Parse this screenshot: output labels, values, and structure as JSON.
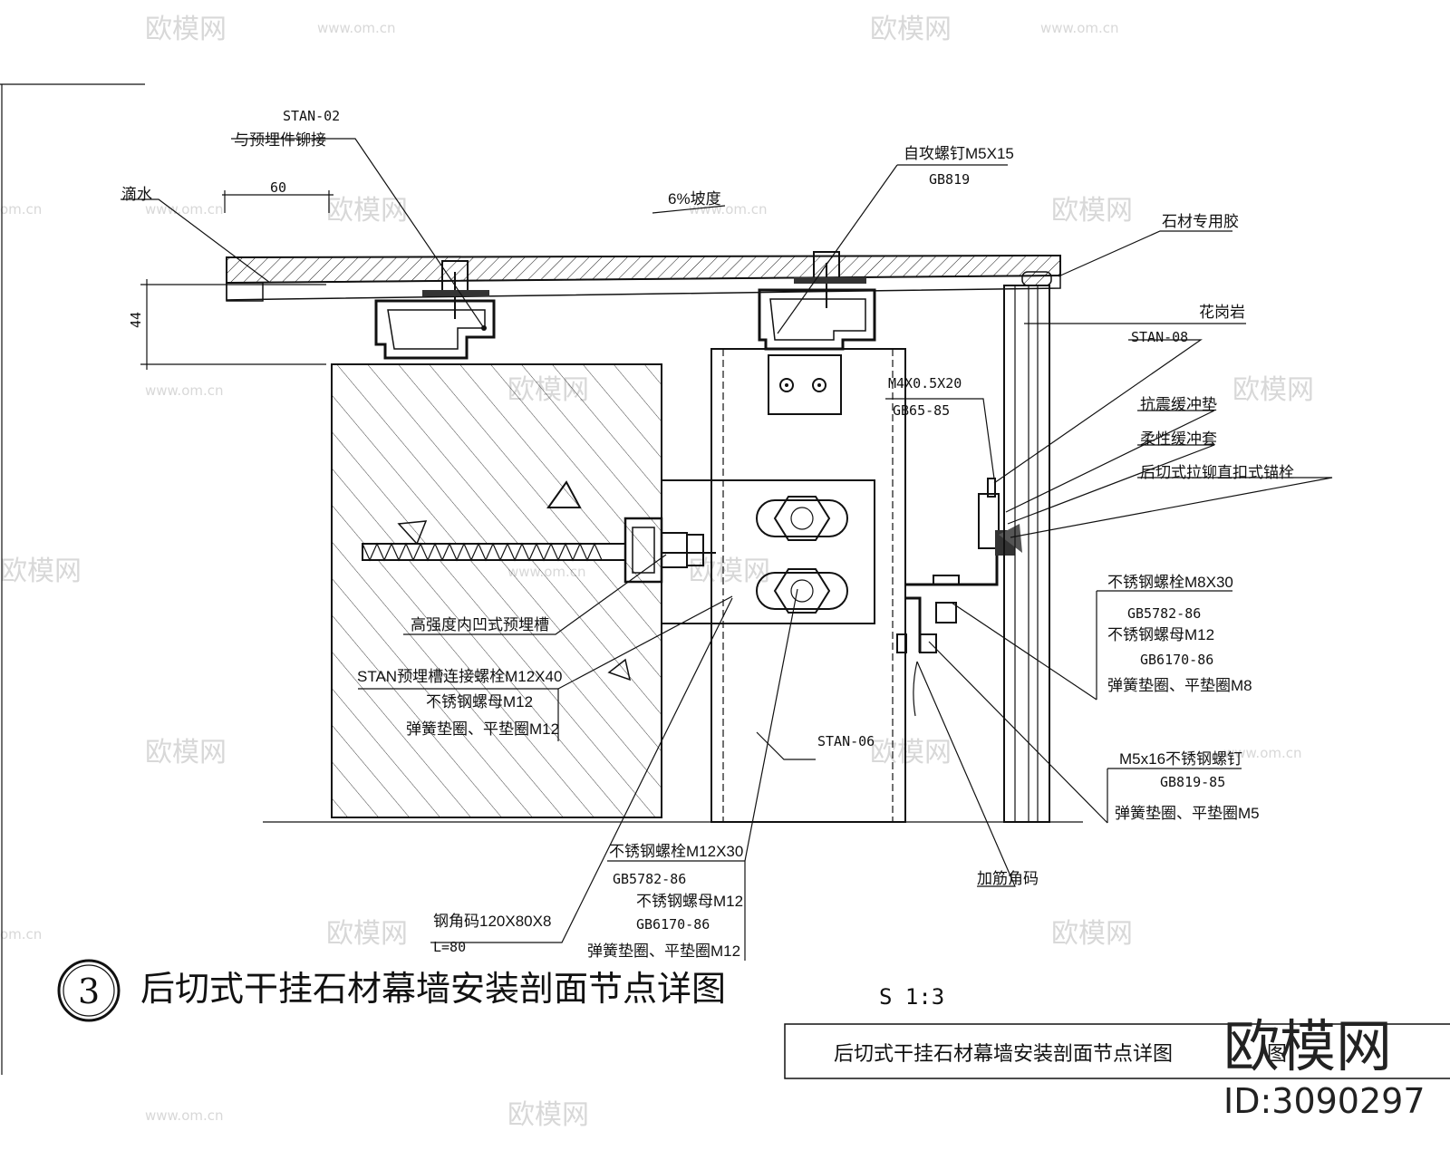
{
  "watermark": {
    "brand": "欧模网",
    "site": "www.om.cn",
    "site_short": "om.cn"
  },
  "labels": {
    "stan02": "STAN-02",
    "weld": "与预埋件铆接",
    "drip": "滴水",
    "dim60": "60",
    "dim44": "44",
    "slope": "6%坡度",
    "screw": "自攻螺钉M5X15",
    "screw_std": "GB819",
    "glue": "石材专用胶",
    "granite": "花岗岩",
    "stan08": "STAN-08",
    "m4": "M4X0.5X20",
    "m4_std": "GB65-85",
    "anti_quake": "抗震缓冲垫",
    "flex_sleeve": "柔性缓冲套",
    "anchor": "后切式拉铆直扣式锚栓",
    "bolt_m8": "不锈钢螺栓M8X30",
    "bolt_m8_std": "GB5782-86",
    "nut_m12_r": "不锈钢螺母M12",
    "nut_m12_r_std": "GB6170-86",
    "washer_m8": "弹簧垫圈、平垫圈M8",
    "embed_channel": "高强度内凹式预埋槽",
    "stan_bolt": "STAN预埋槽连接螺栓M12X40",
    "nut_m12_l": "不锈钢螺母M12",
    "washer_m12_l": "弹簧垫圈、平垫圈M12",
    "stan06": "STAN-06",
    "m5x16": "M5x16不锈钢螺钉",
    "m5x16_std": "GB819-85",
    "washer_m5": "弹簧垫圈、平垫圈M5",
    "bolt_m12": "不锈钢螺栓M12X30",
    "bolt_m12_std": "GB5782-86",
    "nut_m12_b": "不锈钢螺母M12",
    "nut_m12_b_std": "GB6170-86",
    "washer_m12_b": "弹簧垫圈、平垫圈M12",
    "steel_angle": "钢角码120X80X8",
    "steel_angle_len": "L=80",
    "stiffener": "加筋角码"
  },
  "title": {
    "number": "3",
    "main": "后切式干挂石材幕墙安装剖面节点详图",
    "scale": "S 1:3",
    "box_title": "后切式干挂石材幕墙安装剖面节点详图",
    "box_sheet": "图"
  },
  "brand": {
    "name": "欧模网",
    "id": "ID:3090297"
  }
}
